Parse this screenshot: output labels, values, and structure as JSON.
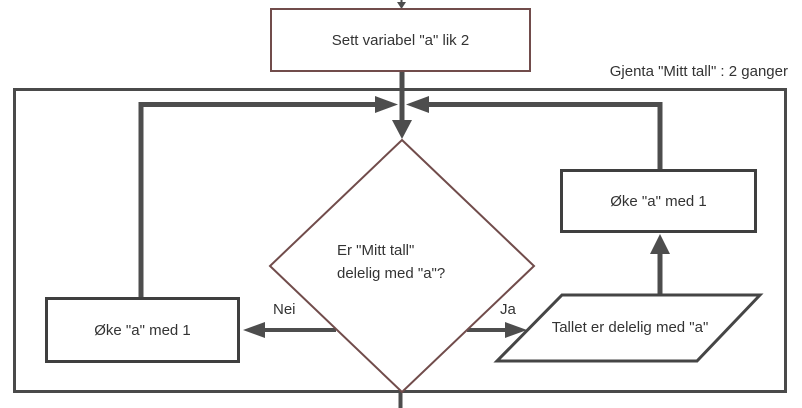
{
  "flowchart": {
    "start_box": {
      "label": "Sett variabel \"a\" lik 2"
    },
    "loop": {
      "label": "Gjenta \"Mitt tall\" : 2 ganger"
    },
    "decision": {
      "line1": "Er \"Mitt tall\"",
      "line2": "delelig med \"a\"?"
    },
    "no_branch": {
      "label": "Nei",
      "box_label": "Øke \"a\" med 1"
    },
    "yes_branch": {
      "label": "Ja",
      "output_label": "Tallet er delelig med \"a\"",
      "box_label": "Øke \"a\" med 1"
    },
    "colors": {
      "accent_shape_border": "#714c4b",
      "connector": "#4d4d4d",
      "process_border": "#3f3f3f",
      "loop_border": "#4a4a4a",
      "text": "#333333",
      "background": "#ffffff"
    }
  }
}
